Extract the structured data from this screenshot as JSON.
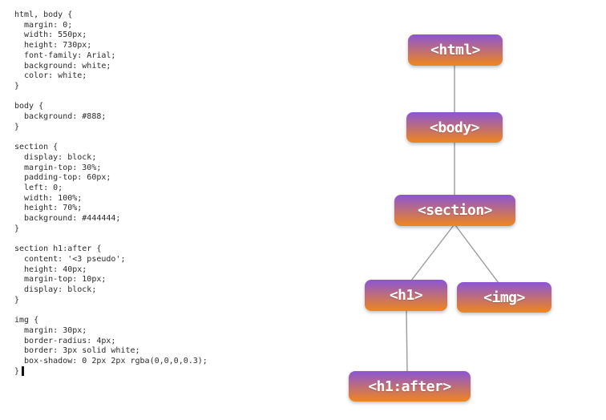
{
  "editor": {
    "language": "css",
    "code": "html, body {\n  margin: 0;\n  width: 550px;\n  height: 730px;\n  font-family: Arial;\n  background: white;\n  color: white;\n}\n\nbody {\n  background: #888;\n}\n\nsection {\n  display: block;\n  margin-top: 30%;\n  padding-top: 60px;\n  left: 0;\n  width: 100%;\n  height: 70%;\n  background: #444444;\n}\n\nsection h1:after {\n  content: '<3 pseudo';\n  height: 40px;\n  margin-top: 10px;\n  display: block;\n}\n\nimg {\n  margin: 30px;\n  border-radius: 4px;\n  border: 3px solid white;\n  box-shadow: 0 2px 2px rgba(0,0,0,0.3);\n}"
  },
  "diagram": {
    "nodes": [
      {
        "id": "html",
        "label": "<html>"
      },
      {
        "id": "body",
        "label": "<body>"
      },
      {
        "id": "section",
        "label": "<section>"
      },
      {
        "id": "h1",
        "label": "<h1>"
      },
      {
        "id": "img",
        "label": "<img>"
      },
      {
        "id": "h1-after",
        "label": "<h1:after>"
      }
    ],
    "colors": {
      "node_gradient_top": "#8b55d6",
      "node_gradient_bottom": "#f0861d",
      "node_text": "#ffffff",
      "connector": "#9b9b9b",
      "code_text": "#2b2b2b",
      "background": "#ffffff"
    }
  }
}
